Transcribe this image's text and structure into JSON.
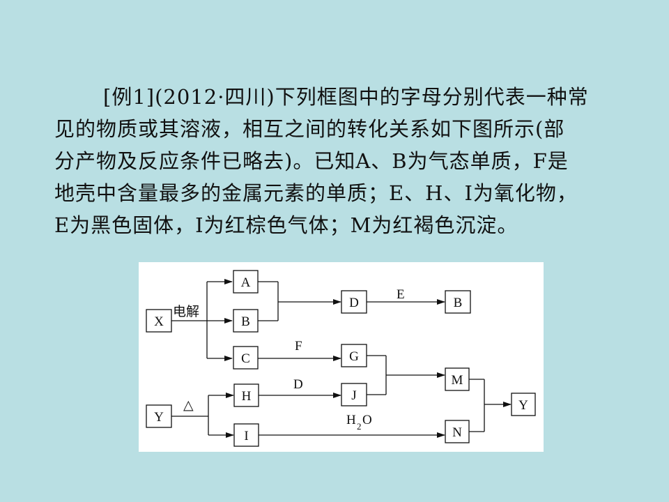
{
  "problem": {
    "lines": [
      "[例1](2012·四川)下列框图中的字母分别代表一种常",
      "见的物质或其溶液，相互之间的转化关系如下图所示(部",
      "分产物及反应条件已略去)。已知A、B为气态单质，F是",
      "地壳中含量最多的金属元素的单质；E、H、I为氧化物，",
      "E为黑色固体，I为红棕色气体；M为红褐色沉淀。"
    ]
  },
  "diagram": {
    "nodes": {
      "X": "X",
      "A": "A",
      "B1": "B",
      "C": "C",
      "D": "D",
      "B2": "B",
      "G": "G",
      "Y1": "Y",
      "H": "H",
      "J": "J",
      "I": "I",
      "M": "M",
      "N": "N",
      "Y2": "Y"
    },
    "labels": {
      "electrolysis": "电解",
      "E": "E",
      "F": "F",
      "heat": "△",
      "D": "D",
      "water_H": "H",
      "water_sub": "2",
      "water_O": "O"
    }
  }
}
